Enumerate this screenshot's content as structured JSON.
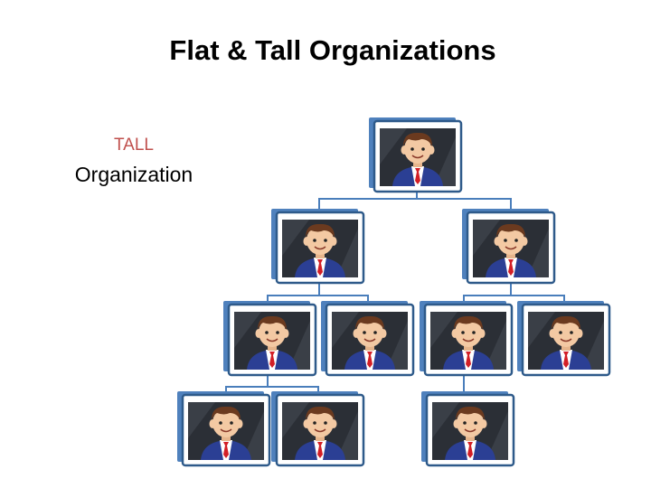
{
  "title": "Flat & Tall Organizations",
  "label": {
    "tall": "TALL",
    "organization": "Organization"
  },
  "colors": {
    "connector": "#4a7ebb",
    "card_back": "#4f81bd",
    "card_frame": "#2e5a8a",
    "photo_bg": "#2b2f36",
    "suit": "#2b3f94",
    "tie": "#d31f26",
    "skin": "#f3c9a3",
    "hair": "#6b3a1f"
  },
  "org_chart": {
    "card_icon": "employee-photo-card-icon",
    "levels": [
      {
        "level": 1,
        "members": 1
      },
      {
        "level": 2,
        "members": 2
      },
      {
        "level": 3,
        "members": 4
      },
      {
        "level": 4,
        "members": 3
      }
    ]
  }
}
